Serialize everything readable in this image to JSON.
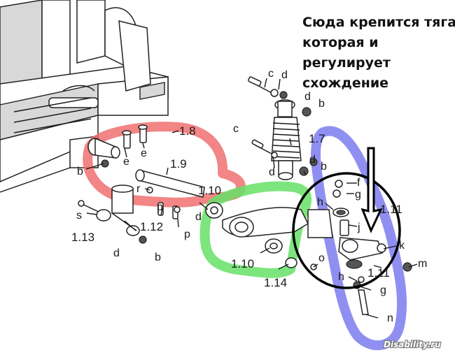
{
  "annotation": {
    "lines": [
      "Сюда крепится тяга,",
      "которая и",
      "регулирует",
      "схождение"
    ]
  },
  "labels": {
    "c1": "c",
    "d1": "d",
    "b1": "b",
    "d2": "d",
    "n18": "1.8",
    "e1": "e",
    "e2": "e",
    "b2": "b",
    "n19": "1.9",
    "n17": "1.7",
    "c2": "c",
    "d3": "d",
    "d4": "d",
    "b3": "b",
    "f": "f",
    "g1": "g",
    "h1": "h",
    "n111a": "1.11",
    "j": "j",
    "r": "r",
    "n110a": "1.10",
    "s": "s",
    "p1": "p",
    "d5": "d",
    "p2": "p",
    "n112": "1.12",
    "n113": "1.13",
    "k": "k",
    "m": "m",
    "o": "o",
    "n110b": "1.10",
    "d6": "d",
    "b4": "b",
    "n114": "1.14",
    "n111b": "1.11",
    "h2": "h",
    "g2": "g",
    "n": "n"
  },
  "watermark": "Disability.ru",
  "colors": {
    "red_highlight": "#f07070",
    "green_highlight": "#66e066",
    "blue_highlight": "#7b7bf0",
    "circle": "#000000",
    "annotation_text": "#111111"
  }
}
